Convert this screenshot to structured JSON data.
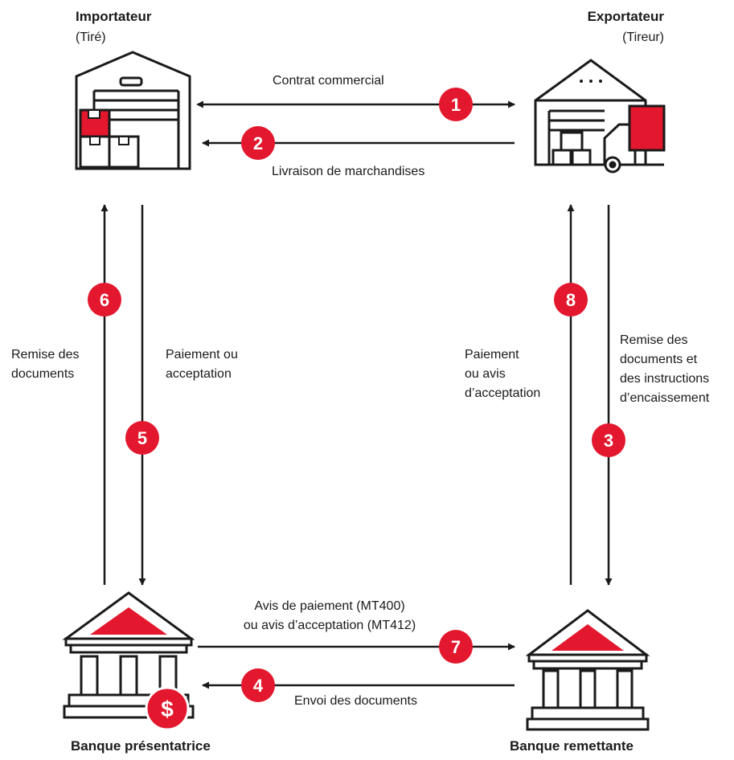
{
  "parties": {
    "importer": {
      "name": "Importateur",
      "role": "(Tiré)"
    },
    "exporter": {
      "name": "Exportateur",
      "role": "(Tireur)"
    },
    "presenting_bank": {
      "name": "Banque présentatrice"
    },
    "remitting_bank": {
      "name": "Banque remettante"
    }
  },
  "flows": {
    "contract": "Contrat commercial",
    "delivery": "Livraison de marchandises",
    "docs_to_importer": [
      "Remise des",
      "documents"
    ],
    "payment_importer": [
      "Paiement ou",
      "acceptation"
    ],
    "payment_exporter": [
      "Paiement",
      "ou avis",
      "d’acceptation"
    ],
    "docs_instructions": [
      "Remise des",
      "documents et",
      "des instructions",
      "d’encaissement"
    ],
    "notice": [
      "Avis de paiement (MT400)",
      "ou avis d’acceptation (MT412)"
    ],
    "sending_docs": "Envoi des documents"
  },
  "steps": {
    "s1": "1",
    "s2": "2",
    "s3": "3",
    "s4": "4",
    "s5": "5",
    "s6": "6",
    "s7": "7",
    "s8": "8",
    "dollar": "$"
  },
  "colors": {
    "accent": "#e3172d",
    "ink": "#1a1a1a"
  }
}
